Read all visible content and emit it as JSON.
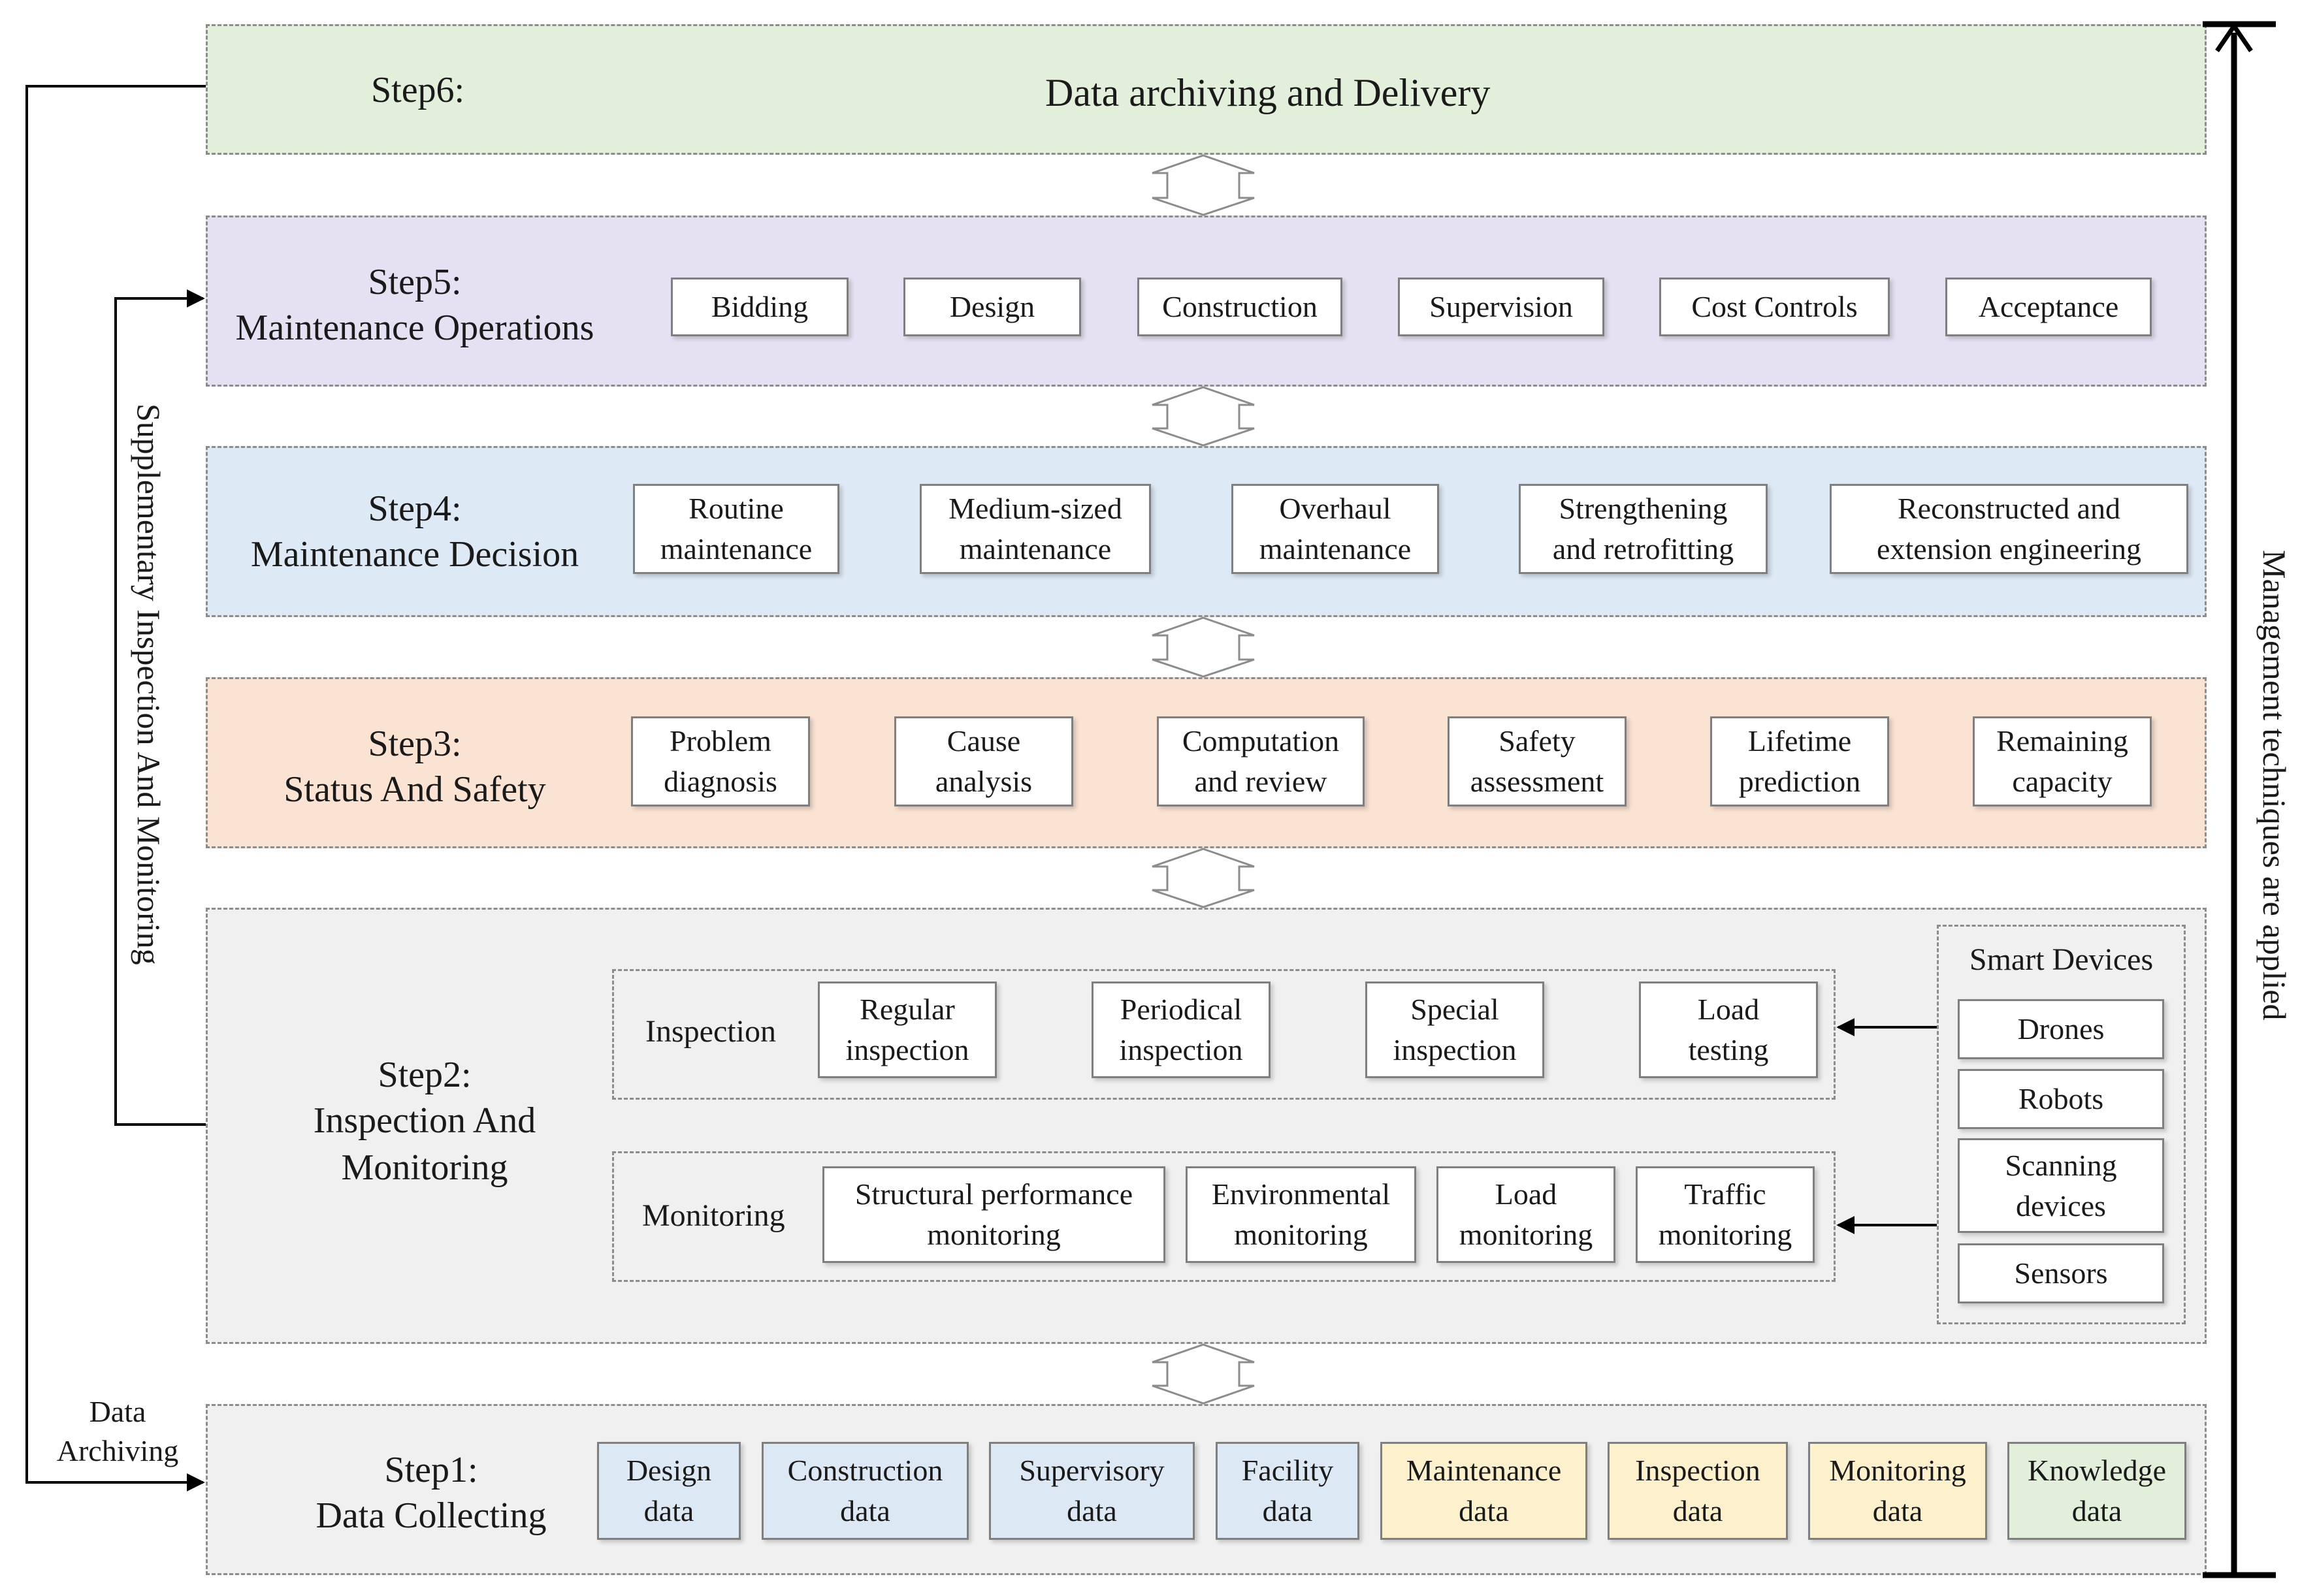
{
  "step6": {
    "label": "Step6:",
    "title": "Data archiving and Delivery"
  },
  "step5": {
    "label": "Step5:",
    "name": "Maintenance Operations",
    "items": [
      "Bidding",
      "Design",
      "Construction",
      "Supervision",
      "Cost Controls",
      "Acceptance"
    ]
  },
  "step4": {
    "label": "Step4:",
    "name": "Maintenance Decision",
    "items": [
      "Routine\nmaintenance",
      "Medium-sized\nmaintenance",
      "Overhaul\nmaintenance",
      "Strengthening\nand retrofitting",
      "Reconstructed and\nextension engineering"
    ]
  },
  "step3": {
    "label": "Step3:",
    "name": "Status And Safety",
    "items": [
      "Problem\ndiagnosis",
      "Cause\nanalysis",
      "Computation\nand review",
      "Safety\nassessment",
      "Lifetime\nprediction",
      "Remaining\ncapacity"
    ]
  },
  "step2": {
    "label": "Step2:",
    "name": "Inspection And\nMonitoring",
    "inspection": {
      "label": "Inspection",
      "items": [
        "Regular\ninspection",
        "Periodical\ninspection",
        "Special\ninspection",
        "Load\ntesting"
      ]
    },
    "monitoring": {
      "label": "Monitoring",
      "items": [
        "Structural performance\nmonitoring",
        "Environmental\nmonitoring",
        "Load\nmonitoring",
        "Traffic\nmonitoring"
      ]
    },
    "smart_devices": {
      "label": "Smart Devices",
      "items": [
        "Drones",
        "Robots",
        "Scanning\ndevices",
        "Sensors"
      ]
    }
  },
  "step1": {
    "label": "Step1:",
    "name": "Data Collecting",
    "items": [
      "Design\ndata",
      "Construction\ndata",
      "Supervisory\ndata",
      "Facility\ndata",
      "Maintenance\ndata",
      "Inspection\ndata",
      "Monitoring\ndata",
      "Knowledge\ndata"
    ],
    "item_colors": [
      "#dce8f3",
      "#dce8f3",
      "#dce8f3",
      "#dce8f3",
      "#fdf0cd",
      "#fdf0cd",
      "#fdf0cd",
      "#e2efda"
    ]
  },
  "side": {
    "left_loop": "Supplementary Inspection And Monitoring",
    "data_archiving": "Data\nArchiving",
    "right_bar": "Management techniques are applied"
  },
  "colors": {
    "step6": "#e2efda",
    "step5": "#e6e1f2",
    "step4": "#dde9f5",
    "step3": "#fbe3d3",
    "step2": "#f0f0f0",
    "step1": "#f0f0f0"
  }
}
